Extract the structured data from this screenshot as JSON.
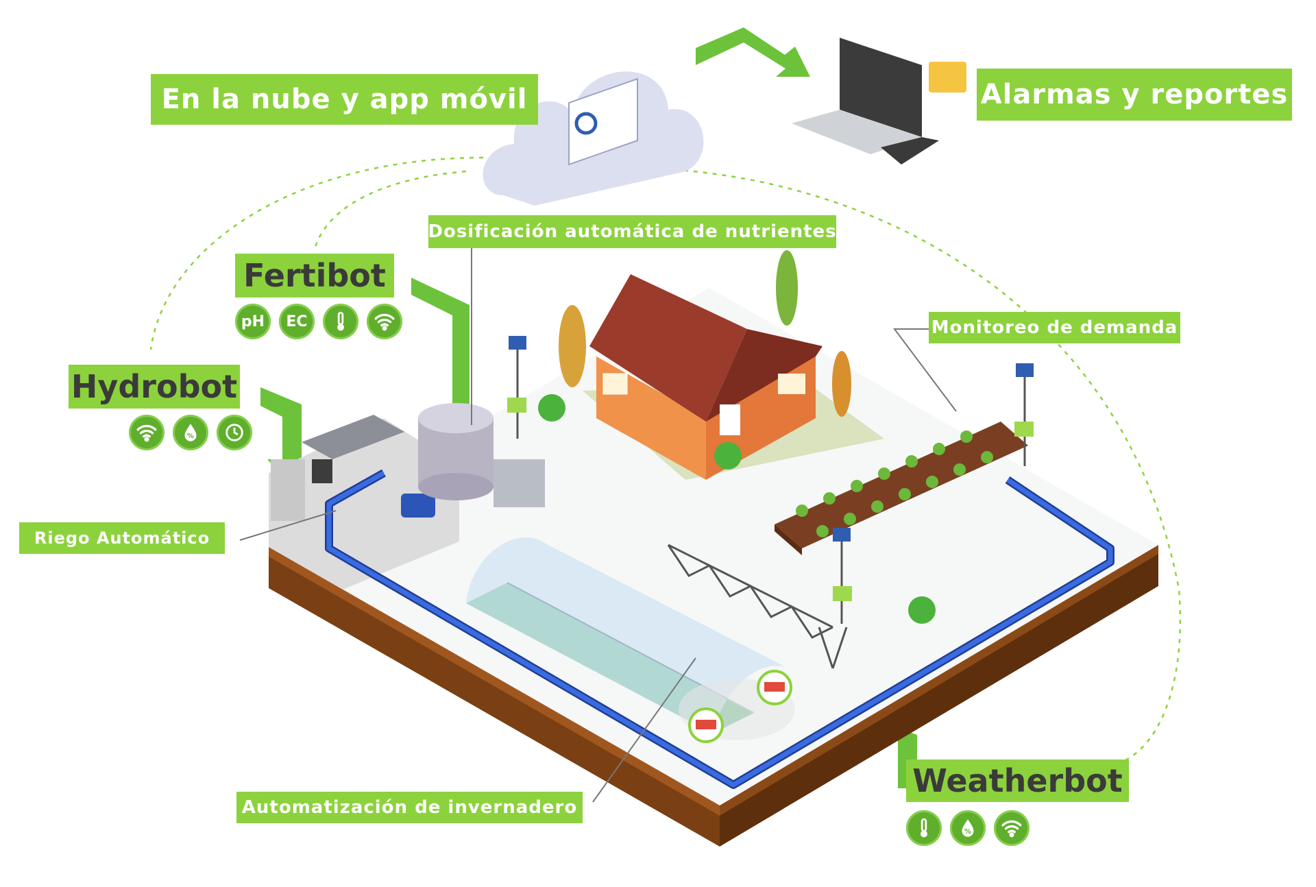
{
  "labels": {
    "cloud": "En la nube y app móvil",
    "alarms": "Alarmas y reportes",
    "dosing": "Dosificación automática de nutrientes",
    "demand": "Monitoreo de demanda",
    "irrigation": "Riego Automático",
    "greenhouse": "Automatización de invernadero"
  },
  "bots": {
    "fertibot": {
      "name": "Fertibot",
      "badges": [
        "pH",
        "EC"
      ]
    },
    "hydrobot": {
      "name": "Hydrobot"
    },
    "weatherbot": {
      "name": "Weatherbot"
    }
  },
  "icons": [
    "wifi-icon",
    "drop-percent-icon",
    "clock-icon",
    "thermometer-icon"
  ],
  "colors": {
    "accent": "#8cd23c",
    "pipe": "#2e56b5",
    "soil": "#7a3f12",
    "roof": "#9a3b2b",
    "wall": "#f0924a"
  }
}
